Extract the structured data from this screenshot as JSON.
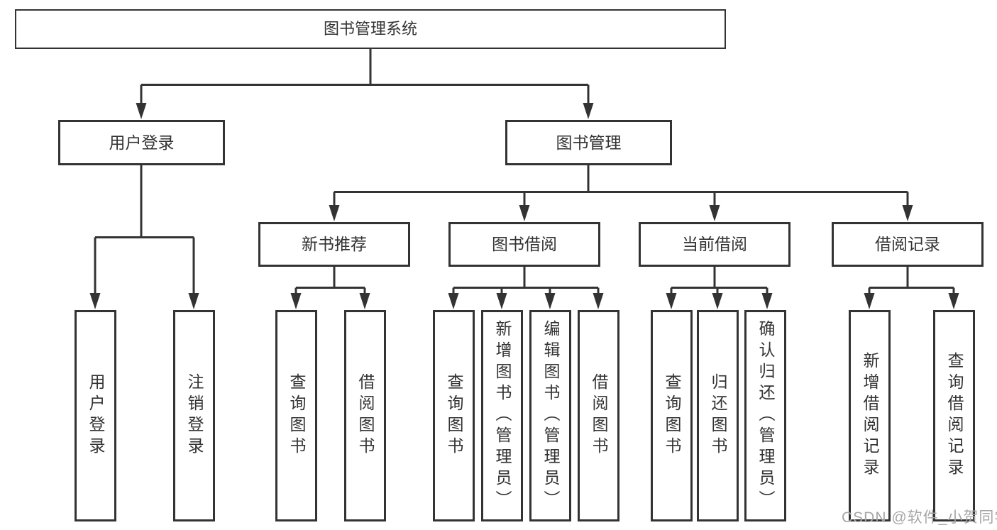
{
  "diagram_type": "hierarchy-tree",
  "colors": {
    "line": "#333333",
    "box_border": "#333333",
    "text": "#333333",
    "background": "#ffffff",
    "watermark": "#a6a6a6"
  },
  "tree": {
    "root": {
      "label": "图书管理系统",
      "children": [
        {
          "label": "用户登录",
          "children": [
            {
              "label": "用户登录"
            },
            {
              "label": "注销登录"
            }
          ]
        },
        {
          "label": "图书管理",
          "children": [
            {
              "label": "新书推荐",
              "children": [
                {
                  "label": "查询图书"
                },
                {
                  "label": "借阅图书"
                }
              ]
            },
            {
              "label": "图书借阅",
              "children": [
                {
                  "label": "查询图书"
                },
                {
                  "label": "新增图书（管理员）"
                },
                {
                  "label": "编辑图书（管理员）"
                },
                {
                  "label": "借阅图书"
                }
              ]
            },
            {
              "label": "当前借阅",
              "children": [
                {
                  "label": "查询图书"
                },
                {
                  "label": "归还图书"
                },
                {
                  "label": "确认归还（管理员）"
                }
              ]
            },
            {
              "label": "借阅记录",
              "children": [
                {
                  "label": "新增借阅记录"
                },
                {
                  "label": "查询借阅记录"
                }
              ]
            }
          ]
        }
      ]
    }
  },
  "watermark": {
    "text": "CSDN @软件_小贺同学"
  }
}
